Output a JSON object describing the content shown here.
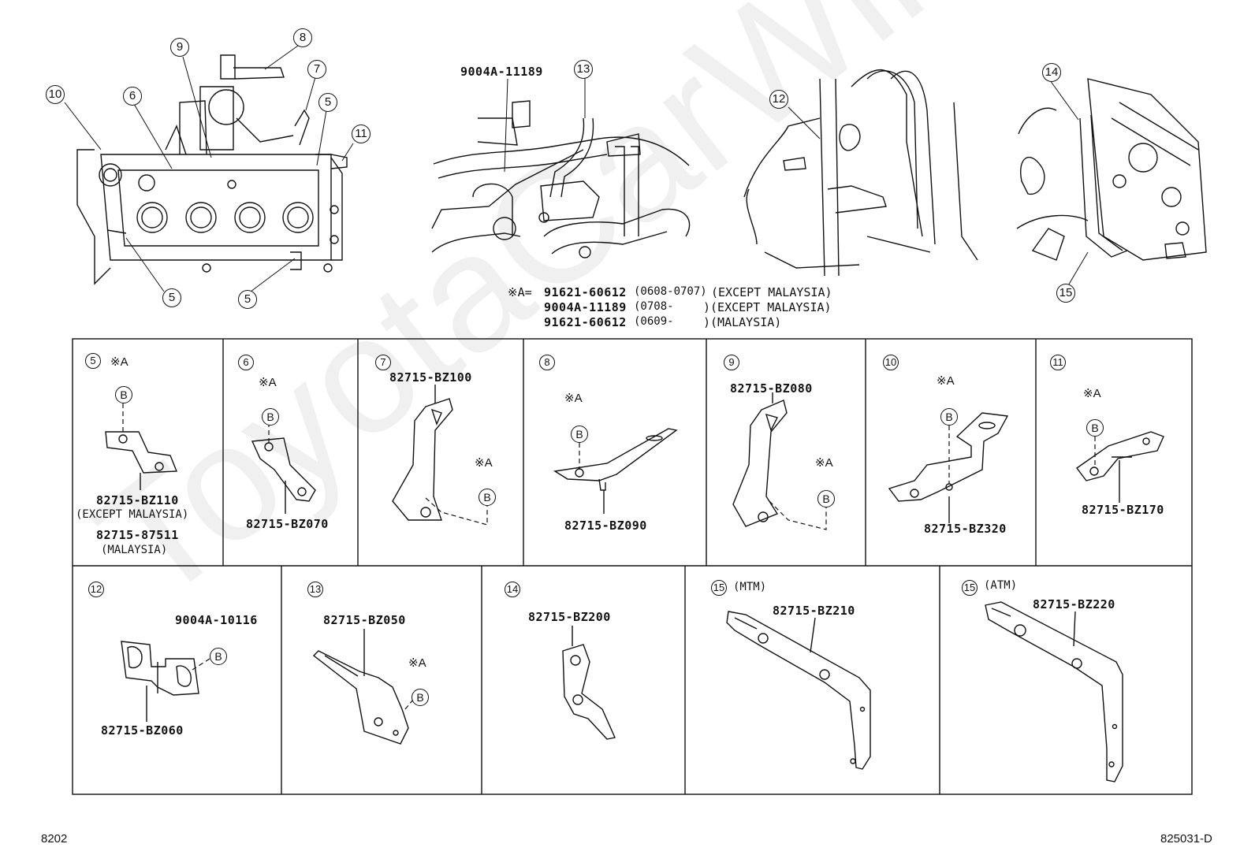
{
  "watermark": "ToyotaCarWire",
  "top_callouts": {
    "engine": [
      "10",
      "6",
      "9",
      "8",
      "7",
      "5",
      "11",
      "5",
      "5"
    ],
    "middle_label": "9004A-11189",
    "middle_num": "13",
    "right1_num": "12",
    "right2_num_top": "14",
    "right2_num_bottom": "15"
  },
  "note_a": {
    "line1_prefix": "※A=",
    "line1_part": "91621-60612",
    "line1_range": "(0608-0707)",
    "line1_region": "(EXCEPT MALAYSIA)",
    "line2_part": "9004A-11189",
    "line2_range": "(0708-",
    "line2_region": ")(EXCEPT MALAYSIA)",
    "line3_part": "91621-60612",
    "line3_range": "(0609-",
    "line3_region": ")(MALAYSIA)"
  },
  "cells": {
    "c5": {
      "num": "5",
      "xa": "※A",
      "b": "B",
      "part1": "82715-BZ110",
      "note1": "(EXCEPT MALAYSIA)",
      "part2": "82715-87511",
      "note2": "(MALAYSIA)"
    },
    "c6": {
      "num": "6",
      "xa": "※A",
      "b": "B",
      "part": "82715-BZ070"
    },
    "c7": {
      "num": "7",
      "xa": "※A",
      "b": "B",
      "part": "82715-BZ100"
    },
    "c8": {
      "num": "8",
      "xa": "※A",
      "b": "B",
      "part": "82715-BZ090"
    },
    "c9": {
      "num": "9",
      "xa": "※A",
      "b": "B",
      "part": "82715-BZ080"
    },
    "c10": {
      "num": "10",
      "xa": "※A",
      "b": "B",
      "part": "82715-BZ320"
    },
    "c11": {
      "num": "11",
      "xa": "※A",
      "b": "B",
      "part": "82715-BZ170"
    },
    "c12": {
      "num": "12",
      "b": "B",
      "bolt": "9004A-10116",
      "part": "82715-BZ060"
    },
    "c13": {
      "num": "13",
      "xa": "※A",
      "b": "B",
      "part": "82715-BZ050"
    },
    "c14": {
      "num": "14",
      "part": "82715-BZ200"
    },
    "c15a": {
      "num": "15",
      "variant": "(MTM)",
      "part": "82715-BZ210"
    },
    "c15b": {
      "num": "15",
      "variant": "(ATM)",
      "part": "82715-BZ220"
    }
  },
  "footer": {
    "left": "8202",
    "right": "825031-D"
  }
}
